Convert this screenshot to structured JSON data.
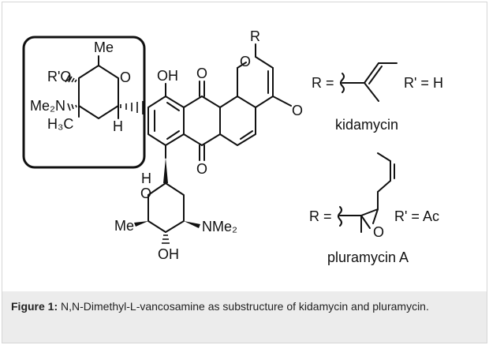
{
  "diagram": {
    "atoms": {
      "me_top": "Me",
      "r_prime_o": "R'O",
      "ring_o_top": "O",
      "me2n_top": "Me₂N",
      "h3c": "H₃C",
      "h_top": "H",
      "oh_phenol": "OH",
      "quinone_o_top": "O",
      "quinone_o_bottom": "O",
      "pyranone_o": "O",
      "pyranone_co": "O",
      "r_top": "R",
      "h_bottom": "H",
      "ring_o_bottom": "O",
      "me_bottom": "Me",
      "nme2_bottom": "NMe₂",
      "oh_bottom": "OH"
    },
    "kidamycin": {
      "r_def": "R =",
      "r_prime_def": "R' = H",
      "name": "kidamycin"
    },
    "pluramycin": {
      "r_def": "R =",
      "epoxide_o": "O",
      "r_prime_def": "R' = Ac",
      "name": "pluramycin A"
    }
  },
  "caption": {
    "label": "Figure 1:",
    "text": " N,N-Dimethyl-L-vancosamine as substructure of kidamycin and pluramycin."
  }
}
